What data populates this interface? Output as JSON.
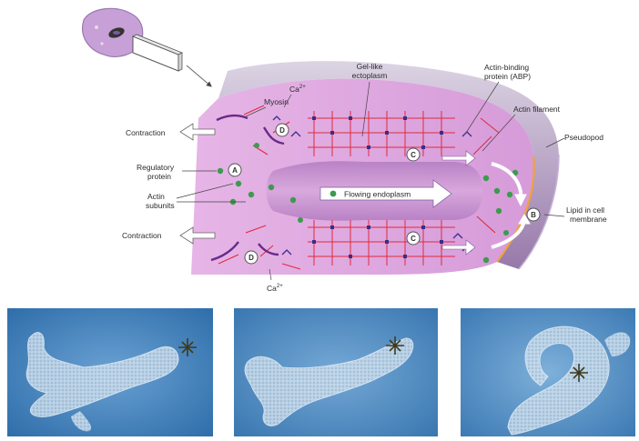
{
  "diagram": {
    "labels": {
      "gel_ectoplasm": [
        "Gel-like",
        "ectoplasm"
      ],
      "abp": [
        "Actin-binding",
        "protein (ABP)"
      ],
      "actin_filament": "Actin filament",
      "pseudopod": "Pseudopod",
      "calcium_top": "Ca",
      "calcium_bottom": "Ca",
      "calcium_sup": "2+",
      "myosin": "Myosin",
      "contraction_top": "Contraction",
      "contraction_bottom": "Contraction",
      "regulatory_protein": [
        "Regulatory",
        "protein"
      ],
      "actin_subunits": [
        "Actin",
        "subunits"
      ],
      "flowing_endoplasm": "Flowing endoplasm",
      "lipid_membrane": [
        "Lipid in cell",
        "membrane"
      ]
    },
    "markers": [
      "A",
      "B",
      "C",
      "C",
      "D",
      "D"
    ],
    "colors": {
      "cytoplasm": "#dda6e0",
      "cytoplasm_dark": "#b67bc4",
      "membrane": "#f0a23c",
      "cortex": "#9a78b0",
      "actin": "#e02a3c",
      "abp": "#3b2c8a",
      "actin_subunit": "#3d9a4e",
      "endoplasm_channel": "#c58fd1"
    }
  },
  "photos": [
    {
      "caption": ""
    },
    {
      "caption": ""
    },
    {
      "caption": ""
    }
  ]
}
